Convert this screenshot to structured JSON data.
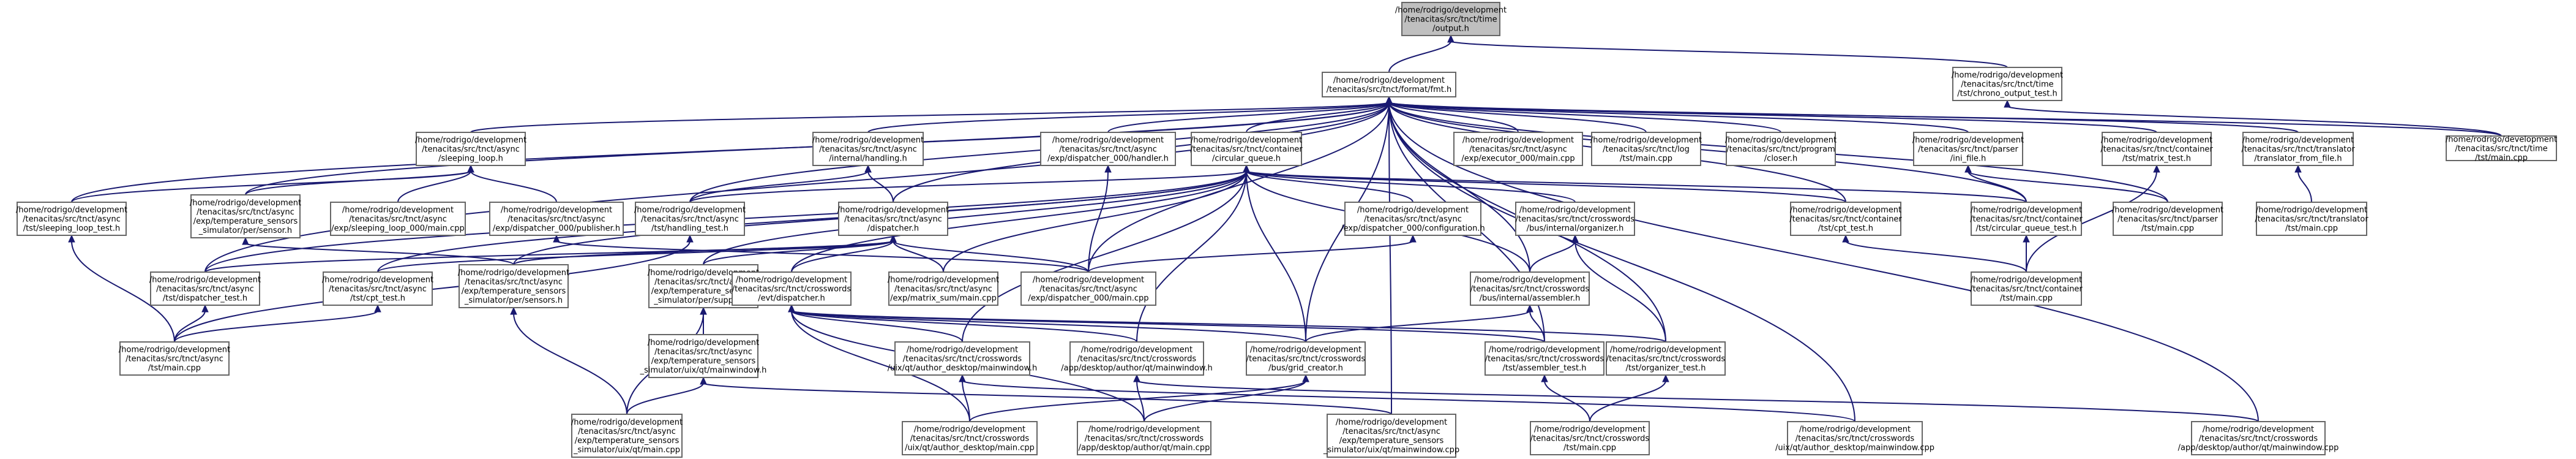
{
  "colors": {
    "edge": "#191970",
    "node_border": "#666666",
    "root_fill": "#bfbfbf",
    "node_fill": "#ffffff"
  },
  "nodes": [
    {
      "id": "output",
      "lines": [
        "/home/rodrigo/development",
        "/tenacitas/src/tnct/time",
        "/output.h"
      ],
      "root": true
    },
    {
      "id": "format",
      "lines": [
        "/home/rodrigo/development",
        "/tenacitas/src/tnct/format/fmt.h"
      ]
    },
    {
      "id": "chrono",
      "lines": [
        "/home/rodrigo/development",
        "/tenacitas/src/tnct/time",
        "/tst/chrono_output_test.h"
      ]
    },
    {
      "id": "time_main",
      "lines": [
        "/home/rodrigo/development",
        "/tenacitas/src/tnct/time",
        "/tst/main.cpp"
      ]
    },
    {
      "id": "sleeping_loop",
      "lines": [
        "/home/rodrigo/development",
        "/tenacitas/src/tnct/async",
        "/sleeping_loop.h"
      ]
    },
    {
      "id": "internal_handling",
      "lines": [
        "/home/rodrigo/development",
        "/tenacitas/src/tnct/async",
        "/internal/handling.h"
      ]
    },
    {
      "id": "disp_handler",
      "lines": [
        "/home/rodrigo/development",
        "/tenacitas/src/tnct/async",
        "/exp/dispatcher_000/handler.h"
      ]
    },
    {
      "id": "circular_queue",
      "lines": [
        "/home/rodrigo/development",
        "/tenacitas/src/tnct/container",
        "/circular_queue.h"
      ]
    },
    {
      "id": "executor_main",
      "lines": [
        "/home/rodrigo/development",
        "/tenacitas/src/tnct/async",
        "/exp/executor_000/main.cpp"
      ]
    },
    {
      "id": "log_main",
      "lines": [
        "/home/rodrigo/development",
        "/tenacitas/src/tnct/log",
        "/tst/main.cpp"
      ]
    },
    {
      "id": "closer",
      "lines": [
        "/home/rodrigo/development",
        "/tenacitas/src/tnct/program",
        "/closer.h"
      ]
    },
    {
      "id": "ini_file",
      "lines": [
        "/home/rodrigo/development",
        "/tenacitas/src/tnct/parser",
        "/ini_file.h"
      ]
    },
    {
      "id": "matrix_test",
      "lines": [
        "/home/rodrigo/development",
        "/tenacitas/src/tnct/container",
        "/tst/matrix_test.h"
      ]
    },
    {
      "id": "translator",
      "lines": [
        "/home/rodrigo/development",
        "/tenacitas/src/tnct/translator",
        "/translator_from_file.h"
      ]
    },
    {
      "id": "sleeping_loop_test",
      "lines": [
        "/home/rodrigo/development",
        "/tenacitas/src/tnct/async",
        "/tst/sleeping_loop_test.h"
      ]
    },
    {
      "id": "temp_sensor",
      "lines": [
        "/home/rodrigo/development",
        "/tenacitas/src/tnct/async",
        "/exp/temperature_sensors",
        "_simulator/per/sensor.h"
      ]
    },
    {
      "id": "sleeping_loop_main",
      "lines": [
        "/home/rodrigo/development",
        "/tenacitas/src/tnct/async",
        "/exp/sleeping_loop_000/main.cpp"
      ]
    },
    {
      "id": "publisher",
      "lines": [
        "/home/rodrigo/development",
        "/tenacitas/src/tnct/async",
        "/exp/dispatcher_000/publisher.h"
      ]
    },
    {
      "id": "handling_test",
      "lines": [
        "/home/rodrigo/development",
        "/tenacitas/src/tnct/async",
        "/tst/handling_test.h"
      ]
    },
    {
      "id": "dispatcher",
      "lines": [
        "/home/rodrigo/development",
        "/tenacitas/src/tnct/async",
        "/dispatcher.h"
      ]
    },
    {
      "id": "configuration",
      "lines": [
        "/home/rodrigo/development",
        "/tenacitas/src/tnct/async",
        "/exp/dispatcher_000/configuration.h"
      ]
    },
    {
      "id": "organizer",
      "lines": [
        "/home/rodrigo/development",
        "/tenacitas/src/tnct/crosswords",
        "/bus/internal/organizer.h"
      ]
    },
    {
      "id": "cpt_test_container",
      "lines": [
        "/home/rodrigo/development",
        "/tenacitas/src/tnct/container",
        "/tst/cpt_test.h"
      ]
    },
    {
      "id": "circular_queue_test",
      "lines": [
        "/home/rodrigo/development",
        "/tenacitas/src/tnct/container",
        "/tst/circular_queue_test.h"
      ]
    },
    {
      "id": "parser_main",
      "lines": [
        "/home/rodrigo/development",
        "/tenacitas/src/tnct/parser",
        "/tst/main.cpp"
      ]
    },
    {
      "id": "translator_main",
      "lines": [
        "/home/rodrigo/development",
        "/tenacitas/src/tnct/translator",
        "/tst/main.cpp"
      ]
    },
    {
      "id": "dispatcher_test",
      "lines": [
        "/home/rodrigo/development",
        "/tenacitas/src/tnct/async",
        "/tst/dispatcher_test.h"
      ]
    },
    {
      "id": "cpt_test_async",
      "lines": [
        "/home/rodrigo/development",
        "/tenacitas/src/tnct/async",
        "/tst/cpt_test.h"
      ]
    },
    {
      "id": "temp_sensors",
      "lines": [
        "/home/rodrigo/development",
        "/tenacitas/src/tnct/async",
        "/exp/temperature_sensors",
        "_simulator/per/sensors.h"
      ]
    },
    {
      "id": "supplier",
      "lines": [
        "/home/rodrigo/development",
        "/tenacitas/src/tnct/async",
        "/exp/temperature_sensors",
        "_simulator/per/supplier.h"
      ]
    },
    {
      "id": "evt_dispatcher",
      "lines": [
        "/home/rodrigo/development",
        "/tenacitas/src/tnct/crosswords",
        "/evt/dispatcher.h"
      ]
    },
    {
      "id": "matrix_sum_main",
      "lines": [
        "/home/rodrigo/development",
        "/tenacitas/src/tnct/async",
        "/exp/matrix_sum/main.cpp"
      ]
    },
    {
      "id": "dispatcher_main",
      "lines": [
        "/home/rodrigo/development",
        "/tenacitas/src/tnct/async",
        "/exp/dispatcher_000/main.cpp"
      ]
    },
    {
      "id": "internal_assembler",
      "lines": [
        "/home/rodrigo/development",
        "/tenacitas/src/tnct/crosswords",
        "/bus/internal/assembler.h"
      ]
    },
    {
      "id": "container_main",
      "lines": [
        "/home/rodrigo/development",
        "/tenacitas/src/tnct/container",
        "/tst/main.cpp"
      ]
    },
    {
      "id": "async_main",
      "lines": [
        "/home/rodrigo/development",
        "/tenacitas/src/tnct/async",
        "/tst/main.cpp"
      ]
    },
    {
      "id": "temp_mainwindow",
      "lines": [
        "/home/rodrigo/development",
        "/tenacitas/src/tnct/async",
        "/exp/temperature_sensors",
        "_simulator/uix/qt/mainwindow.h"
      ]
    },
    {
      "id": "ux_author_mainwindow",
      "lines": [
        "/home/rodrigo/development",
        "/tenacitas/src/tnct/crosswords",
        "/uix/qt/author_desktop/mainwindow.h"
      ]
    },
    {
      "id": "app_author_mainwindow",
      "lines": [
        "/home/rodrigo/development",
        "/tenacitas/src/tnct/crosswords",
        "/app/desktop/author/qt/mainwindow.h"
      ]
    },
    {
      "id": "grid_creator",
      "lines": [
        "/home/rodrigo/development",
        "/tenacitas/src/tnct/crosswords",
        "/bus/grid_creator.h"
      ]
    },
    {
      "id": "assembler_test",
      "lines": [
        "/home/rodrigo/development",
        "/tenacitas/src/tnct/crosswords",
        "/tst/assembler_test.h"
      ]
    },
    {
      "id": "organizer_test",
      "lines": [
        "/home/rodrigo/development",
        "/tenacitas/src/tnct/crosswords",
        "/tst/organizer_test.h"
      ]
    },
    {
      "id": "temp_main",
      "lines": [
        "/home/rodrigo/development",
        "/tenacitas/src/tnct/async",
        "/exp/temperature_sensors",
        "_simulator/uix/qt/main.cpp"
      ]
    },
    {
      "id": "author_desktop_main",
      "lines": [
        "/home/rodrigo/development",
        "/tenacitas/src/tnct/crosswords",
        "/uix/qt/author_desktop/main.cpp"
      ]
    },
    {
      "id": "app_author_main",
      "lines": [
        "/home/rodrigo/development",
        "/tenacitas/src/tnct/crosswords",
        "/app/desktop/author/qt/main.cpp"
      ]
    },
    {
      "id": "temp_mainwindow_cpp",
      "lines": [
        "/home/rodrigo/development",
        "/tenacitas/src/tnct/async",
        "/exp/temperature_sensors",
        "_simulator/uix/qt/mainwindow.cpp"
      ]
    },
    {
      "id": "crosswords_main",
      "lines": [
        "/home/rodrigo/development",
        "/tenacitas/src/tnct/crosswords",
        "/tst/main.cpp"
      ]
    },
    {
      "id": "author_desktop_mainwindow_cpp",
      "lines": [
        "/home/rodrigo/development",
        "/tenacitas/src/tnct/crosswords",
        "/uix/qt/author_desktop/mainwindow.cpp"
      ]
    },
    {
      "id": "app_author_mainwindow_cpp",
      "lines": [
        "/home/rodrigo/development",
        "/tenacitas/src/tnct/crosswords",
        "/app/desktop/author/qt/mainwindow.cpp"
      ]
    }
  ],
  "edges": [
    [
      "format",
      "output"
    ],
    [
      "chrono",
      "output"
    ],
    [
      "time_main",
      "chrono"
    ],
    [
      "sleeping_loop",
      "format"
    ],
    [
      "internal_handling",
      "format"
    ],
    [
      "disp_handler",
      "format"
    ],
    [
      "circular_queue",
      "format"
    ],
    [
      "executor_main",
      "format"
    ],
    [
      "log_main",
      "format"
    ],
    [
      "closer",
      "format"
    ],
    [
      "ini_file",
      "format"
    ],
    [
      "matrix_test",
      "format"
    ],
    [
      "translator",
      "format"
    ],
    [
      "time_main",
      "format"
    ],
    [
      "sleeping_loop_test",
      "format"
    ],
    [
      "temp_sensor",
      "format"
    ],
    [
      "handling_test",
      "format"
    ],
    [
      "dispatcher",
      "format"
    ],
    [
      "dispatcher_test",
      "format"
    ],
    [
      "cpt_test_container",
      "format"
    ],
    [
      "circular_queue_test",
      "format"
    ],
    [
      "parser_main",
      "format"
    ],
    [
      "dispatcher_main",
      "format"
    ],
    [
      "internal_assembler",
      "format"
    ],
    [
      "grid_creator",
      "format"
    ],
    [
      "assembler_test",
      "format"
    ],
    [
      "organizer_test",
      "format"
    ],
    [
      "temp_mainwindow_cpp",
      "format"
    ],
    [
      "author_desktop_mainwindow_cpp",
      "format"
    ],
    [
      "app_author_mainwindow_cpp",
      "format"
    ],
    [
      "sleeping_loop_test",
      "sleeping_loop"
    ],
    [
      "temp_sensor",
      "sleeping_loop"
    ],
    [
      "sleeping_loop_main",
      "sleeping_loop"
    ],
    [
      "publisher",
      "sleeping_loop"
    ],
    [
      "handling_test",
      "internal_handling"
    ],
    [
      "dispatcher",
      "internal_handling"
    ],
    [
      "dispatcher_main",
      "disp_handler"
    ],
    [
      "configuration",
      "circular_queue"
    ],
    [
      "organizer",
      "circular_queue"
    ],
    [
      "cpt_test_container",
      "circular_queue"
    ],
    [
      "circular_queue_test",
      "circular_queue"
    ],
    [
      "dispatcher_test",
      "circular_queue"
    ],
    [
      "cpt_test_async",
      "circular_queue"
    ],
    [
      "temp_sensors",
      "circular_queue"
    ],
    [
      "supplier",
      "circular_queue"
    ],
    [
      "evt_dispatcher",
      "circular_queue"
    ],
    [
      "matrix_sum_main",
      "circular_queue"
    ],
    [
      "internal_assembler",
      "circular_queue"
    ],
    [
      "grid_creator",
      "circular_queue"
    ],
    [
      "ux_author_mainwindow",
      "circular_queue"
    ],
    [
      "app_author_mainwindow",
      "circular_queue"
    ],
    [
      "handling_test",
      "circular_queue"
    ],
    [
      "circular_queue_test",
      "ini_file"
    ],
    [
      "parser_main",
      "ini_file"
    ],
    [
      "container_main",
      "matrix_test"
    ],
    [
      "translator_main",
      "translator"
    ],
    [
      "async_main",
      "sleeping_loop_test"
    ],
    [
      "temp_sensors",
      "temp_sensor"
    ],
    [
      "dispatcher_main",
      "publisher"
    ],
    [
      "async_main",
      "handling_test"
    ],
    [
      "dispatcher_test",
      "dispatcher"
    ],
    [
      "cpt_test_async",
      "dispatcher"
    ],
    [
      "temp_sensors",
      "dispatcher"
    ],
    [
      "supplier",
      "dispatcher"
    ],
    [
      "evt_dispatcher",
      "dispatcher"
    ],
    [
      "matrix_sum_main",
      "dispatcher"
    ],
    [
      "dispatcher_main",
      "dispatcher"
    ],
    [
      "dispatcher_main",
      "configuration"
    ],
    [
      "internal_assembler",
      "organizer"
    ],
    [
      "organizer_test",
      "organizer"
    ],
    [
      "container_main",
      "cpt_test_container"
    ],
    [
      "container_main",
      "circular_queue_test"
    ],
    [
      "async_main",
      "dispatcher_test"
    ],
    [
      "async_main",
      "cpt_test_async"
    ],
    [
      "temp_main",
      "temp_sensors"
    ],
    [
      "temp_mainwindow",
      "supplier"
    ],
    [
      "temp_main",
      "supplier"
    ],
    [
      "ux_author_mainwindow",
      "evt_dispatcher"
    ],
    [
      "app_author_mainwindow",
      "evt_dispatcher"
    ],
    [
      "grid_creator",
      "evt_dispatcher"
    ],
    [
      "assembler_test",
      "evt_dispatcher"
    ],
    [
      "organizer_test",
      "evt_dispatcher"
    ],
    [
      "author_desktop_main",
      "evt_dispatcher"
    ],
    [
      "app_author_main",
      "evt_dispatcher"
    ],
    [
      "grid_creator",
      "internal_assembler"
    ],
    [
      "assembler_test",
      "internal_assembler"
    ],
    [
      "temp_main",
      "temp_mainwindow"
    ],
    [
      "temp_mainwindow_cpp",
      "temp_mainwindow"
    ],
    [
      "author_desktop_main",
      "ux_author_mainwindow"
    ],
    [
      "author_desktop_mainwindow_cpp",
      "ux_author_mainwindow"
    ],
    [
      "app_author_main",
      "app_author_mainwindow"
    ],
    [
      "app_author_mainwindow_cpp",
      "app_author_mainwindow"
    ],
    [
      "author_desktop_main",
      "grid_creator"
    ],
    [
      "app_author_main",
      "grid_creator"
    ],
    [
      "crosswords_main",
      "assembler_test"
    ],
    [
      "crosswords_main",
      "organizer_test"
    ]
  ]
}
